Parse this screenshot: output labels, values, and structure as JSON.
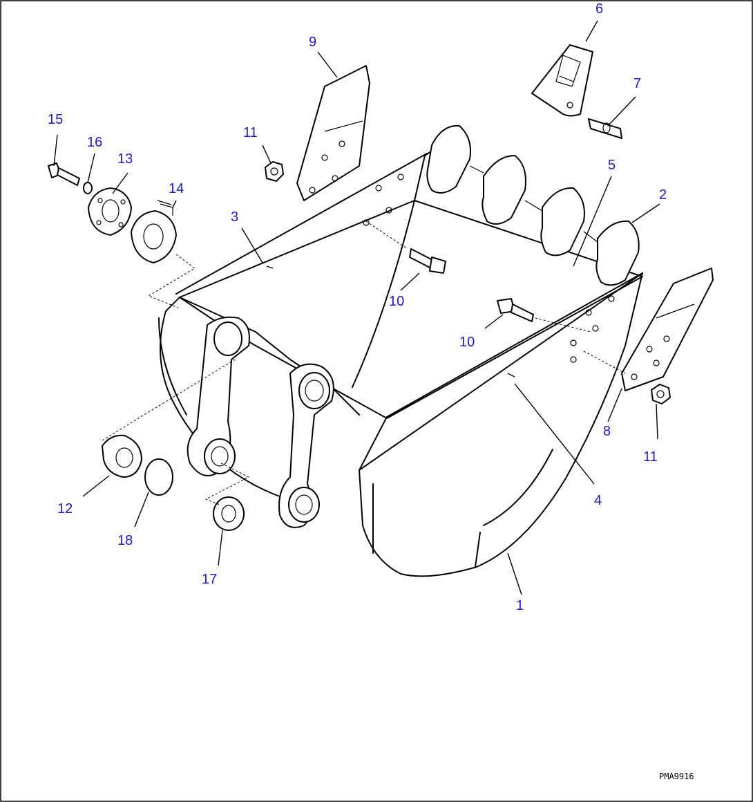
{
  "figure": {
    "drawing_code": "PMA9916"
  },
  "callouts": [
    {
      "id": "c1",
      "text": "1"
    },
    {
      "id": "c2",
      "text": "2"
    },
    {
      "id": "c3",
      "text": "3"
    },
    {
      "id": "c4",
      "text": "4"
    },
    {
      "id": "c5",
      "text": "5"
    },
    {
      "id": "c6",
      "text": "6"
    },
    {
      "id": "c7",
      "text": "7"
    },
    {
      "id": "c8",
      "text": "8"
    },
    {
      "id": "c9",
      "text": "9"
    },
    {
      "id": "c10a",
      "text": "10"
    },
    {
      "id": "c10b",
      "text": "10"
    },
    {
      "id": "c11a",
      "text": "11"
    },
    {
      "id": "c11b",
      "text": "11"
    },
    {
      "id": "c12",
      "text": "12"
    },
    {
      "id": "c13",
      "text": "13"
    },
    {
      "id": "c14",
      "text": "14"
    },
    {
      "id": "c15",
      "text": "15"
    },
    {
      "id": "c16",
      "text": "16"
    },
    {
      "id": "c17",
      "text": "17"
    },
    {
      "id": "c18",
      "text": "18"
    }
  ],
  "colors": {
    "callout_text": "#1a1acc",
    "line": "#000000",
    "background": "#ffffff"
  }
}
